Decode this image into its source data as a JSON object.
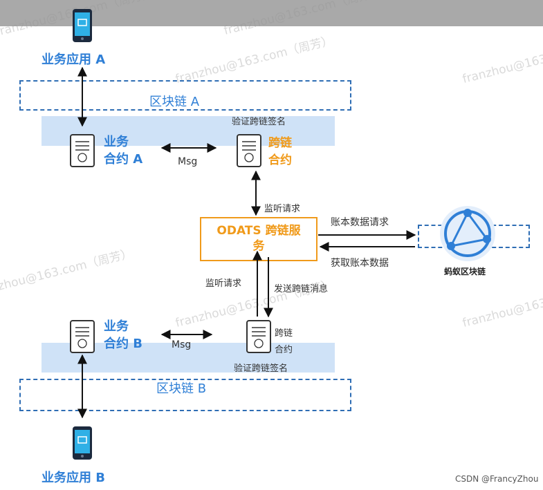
{
  "app_a": {
    "label": "业务应用 A"
  },
  "app_b": {
    "label": "业务应用 B"
  },
  "chain_a": {
    "label": "区块链 A"
  },
  "chain_b": {
    "label": "区块链 B"
  },
  "contract_a": {
    "line1": "业务",
    "line2": "合约 A"
  },
  "contract_b": {
    "line1": "业务",
    "line2": "合约 B"
  },
  "cross_contract_top": {
    "line1": "跨链",
    "line2": "合约",
    "verify_label": "验证跨链签名"
  },
  "cross_contract_bottom": {
    "line1": "跨链",
    "line2": "合约",
    "verify_label": "验证跨链签名"
  },
  "msg_top": "Msg",
  "msg_bottom": "Msg",
  "odats": {
    "line1": "ODATS 跨链服",
    "line2": "务"
  },
  "listen_top": "监听请求",
  "listen_bottom": "监听请求",
  "send_msg": "发送跨链消息",
  "ledger_request": "账本数据请求",
  "ledger_fetch": "获取账本数据",
  "ant_chain": {
    "label": "蚂蚁区块链"
  },
  "watermark_text": "franzhou@163.com（周芳）",
  "credit": "CSDN @FrancyZhou",
  "colors": {
    "blue": "#2f7fd6",
    "orange": "#f09a1a",
    "band": "#cfe2f7",
    "dash": "#2e6db4"
  }
}
